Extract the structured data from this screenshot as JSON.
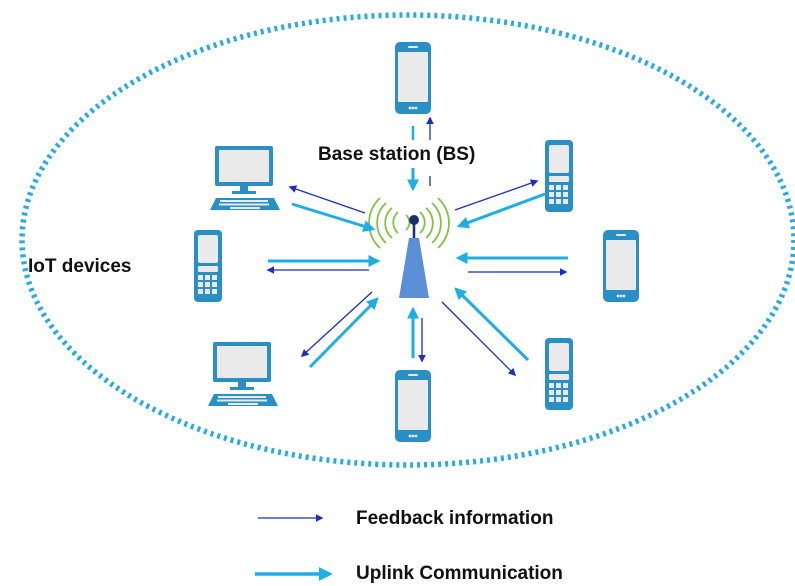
{
  "labels": {
    "base_station": "Base station (BS)",
    "iot_devices": "IoT devices"
  },
  "legend": {
    "feedback": "Feedback information",
    "uplink": "Uplink Communication"
  },
  "colors": {
    "boundary": "#29abe2",
    "uplink_arrow": "#1eaee4",
    "feedback_arrow": "#1a2fbf",
    "device_body": "#2a8fc4",
    "device_screen": "#eaeaea",
    "tower": "#5b8fd6",
    "signal_waves": "#7fc241"
  },
  "icons": {
    "base_station": "antenna-tower-icon",
    "smartphone": "smartphone-icon",
    "feature_phone": "feature-phone-icon",
    "desktop": "desktop-computer-icon"
  }
}
